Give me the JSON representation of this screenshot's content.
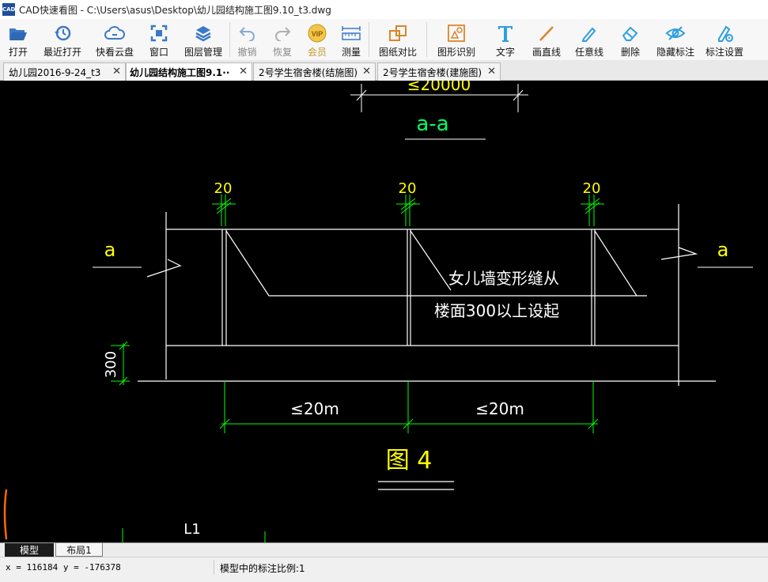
{
  "window": {
    "app_icon_text": "CAD",
    "title": "CAD快速看图 - C:\\Users\\asus\\Desktop\\幼儿园结构施工图9.10_t3.dwg"
  },
  "toolbar": {
    "items": [
      {
        "id": "open",
        "label": "打开",
        "icon": "folder-open-icon"
      },
      {
        "id": "recent",
        "label": "最近打开",
        "icon": "history-clock-icon"
      },
      {
        "id": "cloud",
        "label": "快看云盘",
        "icon": "cloud-icon"
      },
      {
        "id": "window",
        "label": "窗口",
        "icon": "window-fullscreen-icon"
      },
      {
        "id": "layers",
        "label": "图层管理",
        "icon": "layers-icon"
      },
      {
        "id": "undo",
        "label": "撤销",
        "icon": "undo-icon",
        "disabled": true
      },
      {
        "id": "redo",
        "label": "恢复",
        "icon": "redo-icon",
        "disabled": true
      },
      {
        "id": "vip",
        "label": "会员",
        "icon": "vip-badge-icon",
        "badge": "VIP"
      },
      {
        "id": "measure",
        "label": "测量",
        "icon": "ruler-icon"
      },
      {
        "id": "compare",
        "label": "图纸对比",
        "icon": "compare-squares-icon"
      },
      {
        "id": "shape-recognize",
        "label": "图形识别",
        "icon": "shape-recognize-icon"
      },
      {
        "id": "text",
        "label": "文字",
        "icon": "text-t-icon"
      },
      {
        "id": "line",
        "label": "画直线",
        "icon": "line-icon"
      },
      {
        "id": "freehand",
        "label": "任意线",
        "icon": "pencil-icon"
      },
      {
        "id": "erase",
        "label": "删除",
        "icon": "eraser-icon"
      },
      {
        "id": "hide-annot",
        "label": "隐藏标注",
        "icon": "eye-hide-icon"
      },
      {
        "id": "annot-settings",
        "label": "标注设置",
        "icon": "annotation-settings-icon"
      }
    ]
  },
  "tabs": [
    {
      "label": "幼儿园2016-9-24_t3",
      "close": "✕",
      "active": false
    },
    {
      "label": "幼儿园结构施工图9.1··",
      "close": "✕",
      "active": true
    },
    {
      "label": "2号学生宿舍楼(结施图)",
      "close": "✕",
      "active": false
    },
    {
      "label": "2号学生宿舍楼(建施图)",
      "close": "✕",
      "active": false
    }
  ],
  "drawing": {
    "top_dim_text": "≤20000",
    "section_title": "a-a",
    "gap_dims": [
      "20",
      "20",
      "20"
    ],
    "section_marks": [
      "a",
      "a"
    ],
    "note_line1": "女儿墙变形缝从",
    "note_line2": "楼面300以上设起",
    "height_dim": "300",
    "span_dims": [
      "≤20m",
      "≤20m"
    ],
    "figure_title": "图 4",
    "bottom_label": "L1",
    "colors": {
      "background": "#000000",
      "geometry": "#ffffff",
      "dimension": "#00ff00",
      "text": "#ffff00",
      "highlight": "#ff6a00"
    }
  },
  "layout_tabs": [
    {
      "label": "模型",
      "active": true
    },
    {
      "label": "布局1",
      "active": false
    }
  ],
  "status": {
    "coords": "x = 116184  y = -176378",
    "scale_text": "模型中的标注比例:1"
  }
}
